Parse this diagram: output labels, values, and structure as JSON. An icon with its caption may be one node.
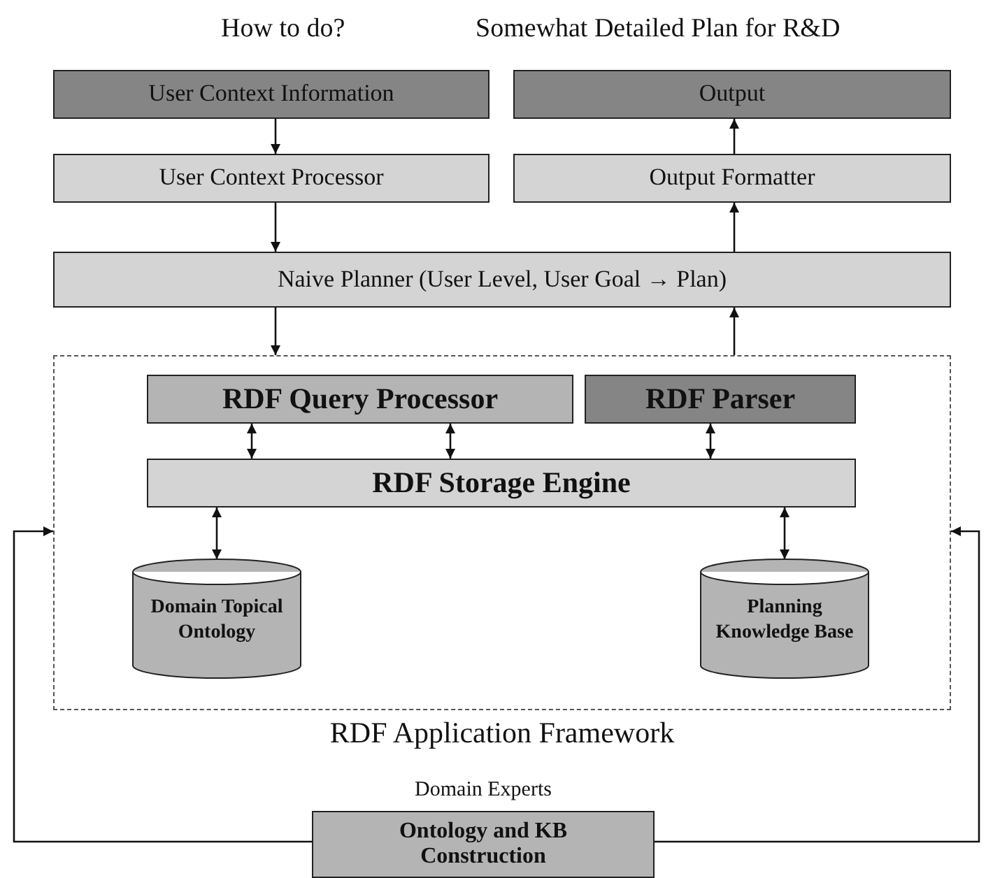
{
  "diagram": {
    "nodes": [
      {
        "text": [
          "User Context Information"
        ]
      },
      {
        "text": [
          "Output"
        ]
      },
      {
        "text": [
          "User Context Processor"
        ]
      },
      {
        "text": [
          "Output Formatter"
        ]
      },
      {
        "text": [
          "Naive Planner (User Level, User Goal → Plan)"
        ]
      },
      {
        "text": [
          "RDF Application Framework"
        ]
      },
      {
        "text": [
          "RDF Query Processor"
        ],
        "in": 5
      },
      {
        "text": [
          "RDF Parser"
        ],
        "in": 5
      },
      {
        "text": [
          "RDF Storage Engine"
        ],
        "in": 5
      },
      {
        "text": [
          "Domain Topical Ontology"
        ],
        "in": 5
      },
      {
        "text": [
          "Planning Knowledge Base"
        ],
        "in": 5
      },
      {
        "text": [
          "Ontology and KB Construction"
        ],
        "beside": [
          "Domain Experts"
        ]
      }
    ],
    "edges": [
      {
        "from": 0,
        "to": 2,
        "arrow": "to"
      },
      {
        "from": 2,
        "to": 4,
        "arrow": "to"
      },
      {
        "from": 4,
        "to": 3,
        "arrow": "to"
      },
      {
        "from": 3,
        "to": 1,
        "arrow": "to"
      },
      {
        "from": 4,
        "to": 5,
        "arrow": "to"
      },
      {
        "from": 5,
        "to": 4,
        "arrow": "to"
      },
      {
        "from": 6,
        "to": 8,
        "arrow": "both"
      },
      {
        "from": 6,
        "to": 8,
        "arrow": "both"
      },
      {
        "from": 7,
        "to": 8,
        "arrow": "both"
      },
      {
        "from": 8,
        "to": 9,
        "arrow": "both"
      },
      {
        "from": 8,
        "to": 10,
        "arrow": "both"
      },
      {
        "from": 11,
        "to": 5,
        "arrow": "to"
      },
      {
        "from": 11,
        "to": 5,
        "arrow": "to"
      }
    ],
    "labels": [
      "How to do?",
      "Somewhat Detailed Plan for R&D"
    ]
  }
}
